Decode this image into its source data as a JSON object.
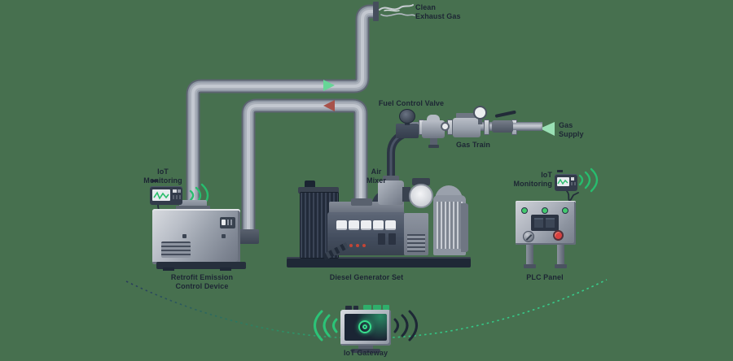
{
  "scene": {
    "background_color": "#47704f",
    "accent_green": "#35c97f",
    "alert_red": "#a8524a",
    "label_color": "#1d2634",
    "pipe_gray": "#9099a5",
    "dark_navy": "#222b39"
  },
  "labels": {
    "clean_exhaust": {
      "line1": "Clean",
      "line2": "Exhaust Gas"
    },
    "fuel_control_valve": "Fuel Control Valve",
    "gas_train": "Gas Train",
    "gas_supply": {
      "line1": "Gas",
      "line2": "Supply"
    },
    "air_mixer": {
      "line1": "Air",
      "line2": "Mixer"
    },
    "iot_monitoring_left": {
      "line1": "IoT",
      "line2": "Monitoring"
    },
    "iot_monitoring_right": {
      "line1": "IoT",
      "line2": "Monitoring"
    },
    "retrofit_device": {
      "line1": "Retrofit Emission",
      "line2": "Control Device"
    },
    "diesel_generator": "Diesel Generator Set",
    "plc_panel": "PLC Panel",
    "iot_gateway": "IoT Gateway"
  },
  "flow_arrows": {
    "clean_exhaust": {
      "direction": "right",
      "color": "#66d697"
    },
    "engine_exhaust": {
      "direction": "left",
      "color": "#a8524a"
    },
    "gas_supply": {
      "direction": "left",
      "color": "#9ae0b5"
    }
  },
  "indicators": {
    "plc_led_count": 3,
    "plc_led_color": "#43c96e",
    "plc_stop_button_color": "#d84040",
    "engine_light_count": 3,
    "engine_light_color": "#c44536",
    "wifi_color": "#27bd6e",
    "gateway_logo_color": "#39de8e",
    "arc_dotted": true
  }
}
